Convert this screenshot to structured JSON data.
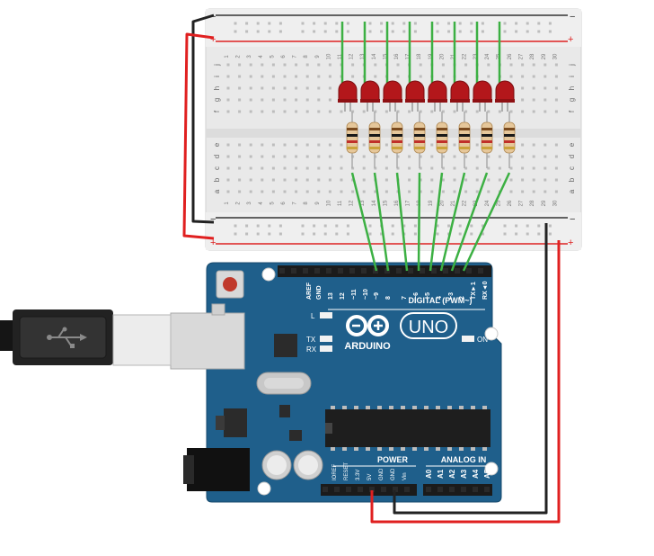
{
  "breadboard": {
    "column_numbers": [
      "1",
      "2",
      "3",
      "4",
      "5",
      "6",
      "7",
      "8",
      "9",
      "10",
      "11",
      "12",
      "13",
      "14",
      "15",
      "16",
      "17",
      "18",
      "19",
      "20",
      "21",
      "22",
      "23",
      "24",
      "25",
      "26",
      "27",
      "28",
      "29",
      "30"
    ],
    "rows_top": [
      "j",
      "i",
      "h",
      "g",
      "f"
    ],
    "rows_bottom": [
      "e",
      "d",
      "c",
      "b",
      "a"
    ],
    "rail_minus": "−",
    "rail_plus": "+"
  },
  "components": {
    "led_count": 8,
    "resistor_count": 8,
    "led_color": "#b3171b",
    "wire_color": "#3cb043",
    "power_wire_color": "#e02020",
    "ground_wire_color": "#222222"
  },
  "arduino": {
    "board_color": "#1f5f8b",
    "logo_text": "ARDUINO",
    "model_text": "UNO",
    "digital_label": "DIGITAL (PWM~)",
    "digital_pins": [
      "AREF",
      "GND",
      "13",
      "12",
      "~11",
      "~10",
      "~9",
      "8",
      "7",
      "~6",
      "~5",
      "4",
      "~3",
      "2",
      "TX►1",
      "RX◄0"
    ],
    "led_labels": [
      "L",
      "TX",
      "RX"
    ],
    "on_label": "ON",
    "power_label": "POWER",
    "power_pins": [
      "IOREF",
      "RESET",
      "3.3V",
      "5V",
      "GND",
      "GND",
      "Vin"
    ],
    "analog_label": "ANALOG IN",
    "analog_pins": [
      "A0",
      "A1",
      "A2",
      "A3",
      "A4",
      "A5"
    ]
  }
}
